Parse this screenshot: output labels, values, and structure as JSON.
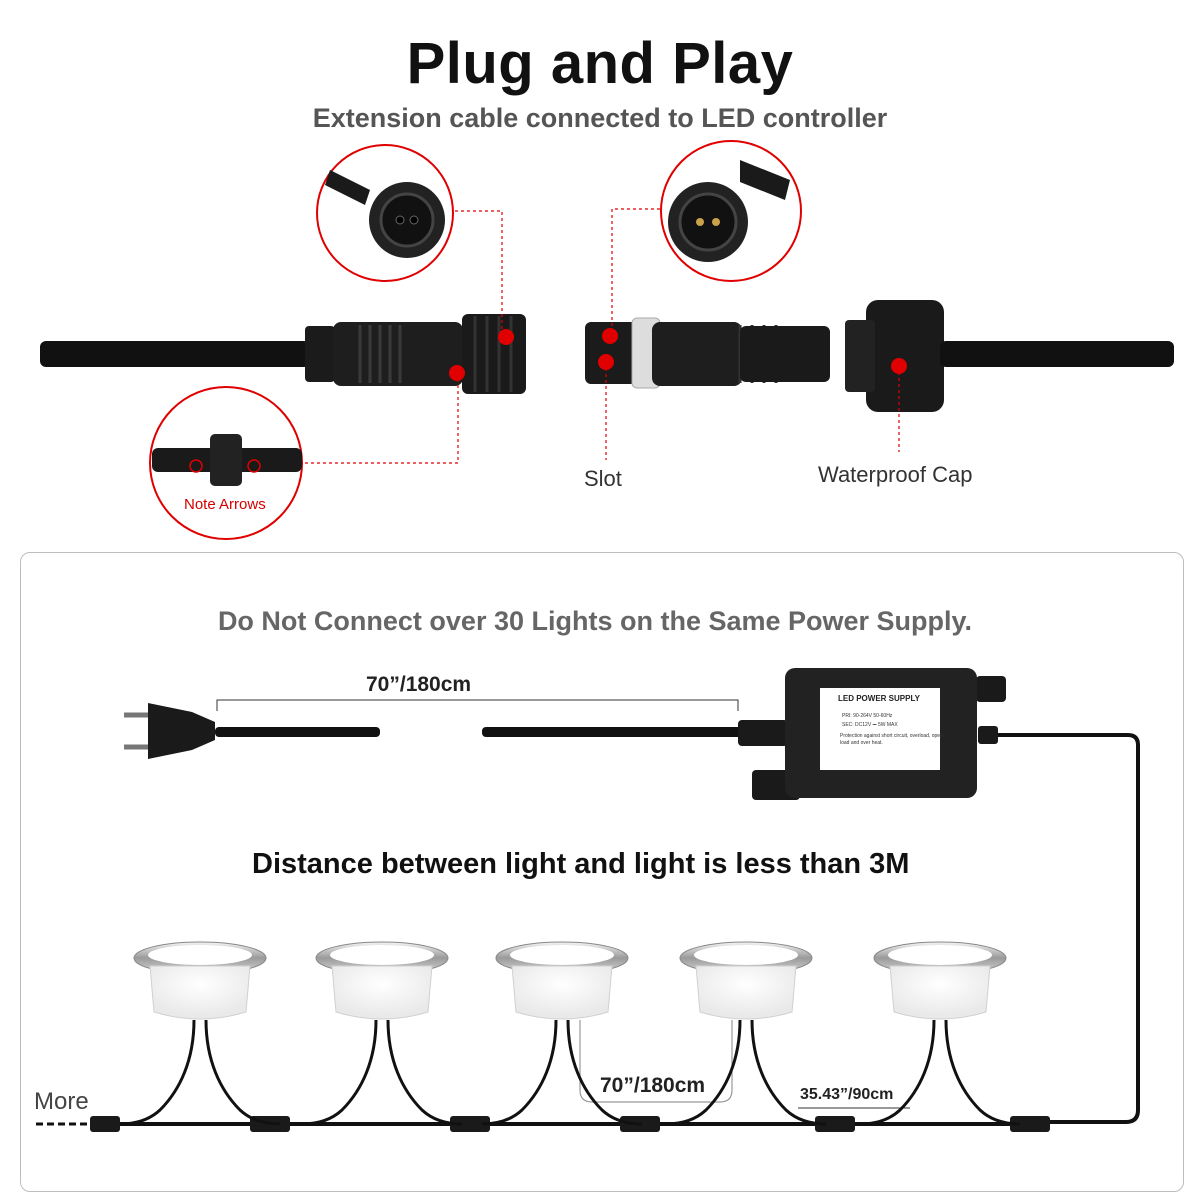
{
  "header": {
    "title": "Plug and Play",
    "subtitle": "Extension cable connected to LED controller"
  },
  "connector_labels": {
    "slot": "Slot",
    "waterproof_cap": "Waterproof Cap",
    "note_arrows": "Note Arrows"
  },
  "diagram": {
    "warning": "Do Not Connect over 30 Lights on the Same Power Supply.",
    "cable_length_top": "70”/180cm",
    "distance_note": "Distance between light and light is less than 3M",
    "cable_length_bottom": "70”/180cm",
    "branch_length": "35.43”/90cm",
    "more": "More",
    "psu": {
      "title": "LED POWER SUPPLY",
      "pri": "PRI: 90-264V  50-60Hz",
      "sec": "SEC: DC12V ⎓  5W MAX",
      "protection": "Protection against short circuit, overload, open load and over heat."
    }
  },
  "colors": {
    "accent_red": "#e00000",
    "cable_black": "#111111",
    "panel_border": "#bdbdbd"
  }
}
